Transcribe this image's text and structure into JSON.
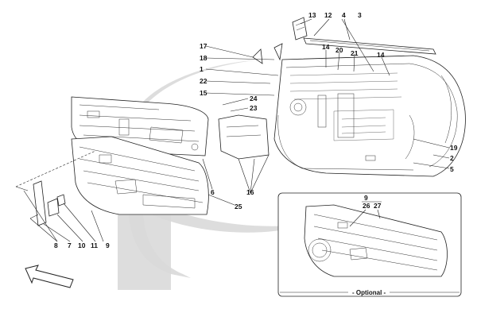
{
  "diagram": {
    "callouts": [
      "1",
      "2",
      "3",
      "4",
      "5",
      "6",
      "7",
      "8",
      "9",
      "10",
      "11",
      "12",
      "13",
      "14",
      "14",
      "15",
      "16",
      "17",
      "18",
      "19",
      "20",
      "21",
      "22",
      "23",
      "24",
      "25"
    ],
    "optional_box": {
      "label": "- Optional -",
      "callouts": [
        "9",
        "26",
        "27"
      ]
    },
    "colors": {
      "line": "#222222",
      "watermark": "#d6d6d6",
      "background": "#ffffff"
    },
    "icons": [
      "direction-arrow-icon"
    ]
  }
}
